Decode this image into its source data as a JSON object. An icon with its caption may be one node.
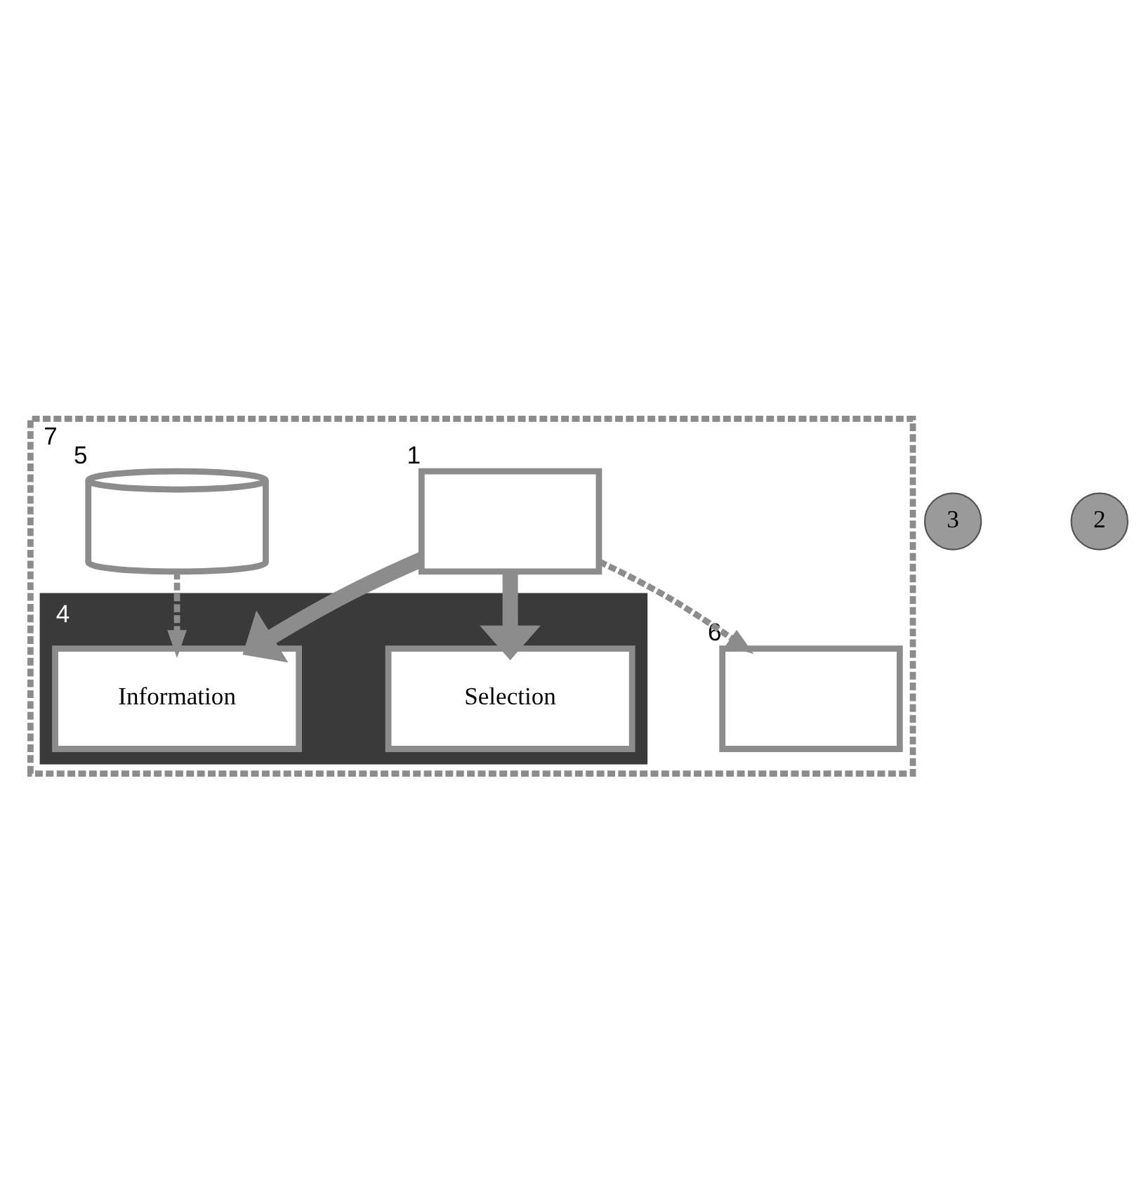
{
  "diagram": {
    "nodes": [
      {
        "text": [
          "7"
        ]
      },
      {
        "text": [],
        "shape": "box",
        "beside": [
          "1"
        ],
        "in": 0
      },
      {
        "text": [],
        "shape": "box",
        "beside": [
          "6"
        ],
        "in": 0
      },
      {
        "text": [],
        "shape": "cylinder",
        "beside": [
          "5"
        ],
        "in": 0
      },
      {
        "text": [
          "4"
        ],
        "in": 0
      },
      {
        "text": [
          "Selection"
        ],
        "in": 4
      },
      {
        "text": [
          "Information"
        ],
        "in": 4
      }
    ],
    "edges": [
      {
        "from": 1,
        "to": 2,
        "arrow": "to",
        "style": "dashed"
      },
      {
        "from": 1,
        "to": 5,
        "arrow": "to",
        "style": "thick"
      },
      {
        "from": 1,
        "to": 6,
        "arrow": "to",
        "style": "thick"
      },
      {
        "from": 3,
        "to": 6,
        "arrow": "to",
        "style": "dashed"
      }
    ],
    "labels": [
      "3",
      "2"
    ]
  }
}
